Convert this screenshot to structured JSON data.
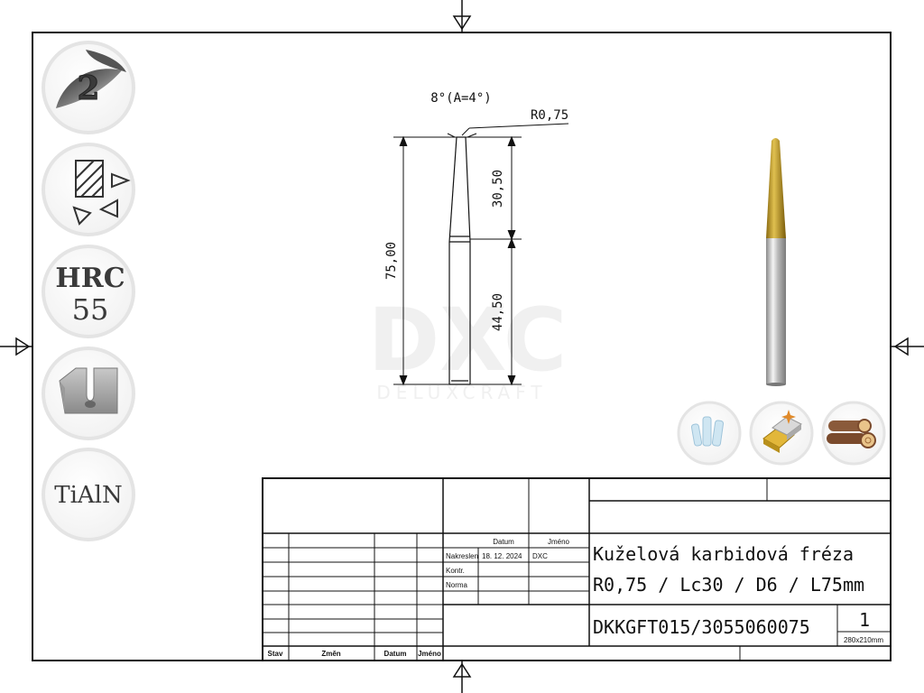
{
  "badges": {
    "flutes": "2",
    "hardness_line1": "HRC",
    "hardness_line2": "55",
    "coating": "TiAlN"
  },
  "dimensions": {
    "angle": "8°(A=4°)",
    "radius": "R0,75",
    "total_length": "75,00",
    "cutting_length": "30,50",
    "shank_length": "44,50"
  },
  "watermark": {
    "logo": "DXC",
    "name": "DELUXCRAFT"
  },
  "title_block": {
    "col_datum": "Datum",
    "col_jmeno": "Jméno",
    "row_nakreslen": "Nakreslen",
    "nakreslen_date": "18. 12. 2024",
    "nakreslen_name": "DXC",
    "row_kontr": "Kontr.",
    "row_norma": "Norma",
    "title_line1": "Kuželová karbidová fréza",
    "title_line2": "R0,75 / Lc30 / D6 / L75mm",
    "part_number": "DKKGFT015/3055060075",
    "sheet": "1",
    "format": "280x210mm",
    "rev_stav": "Stav",
    "rev_zmen": "Změn",
    "rev_datum": "Datum",
    "rev_jmeno": "Jméno"
  },
  "colors": {
    "line": "#111111",
    "gold_coating": "#c9a227",
    "badge_ring": "#e6e6e6"
  }
}
